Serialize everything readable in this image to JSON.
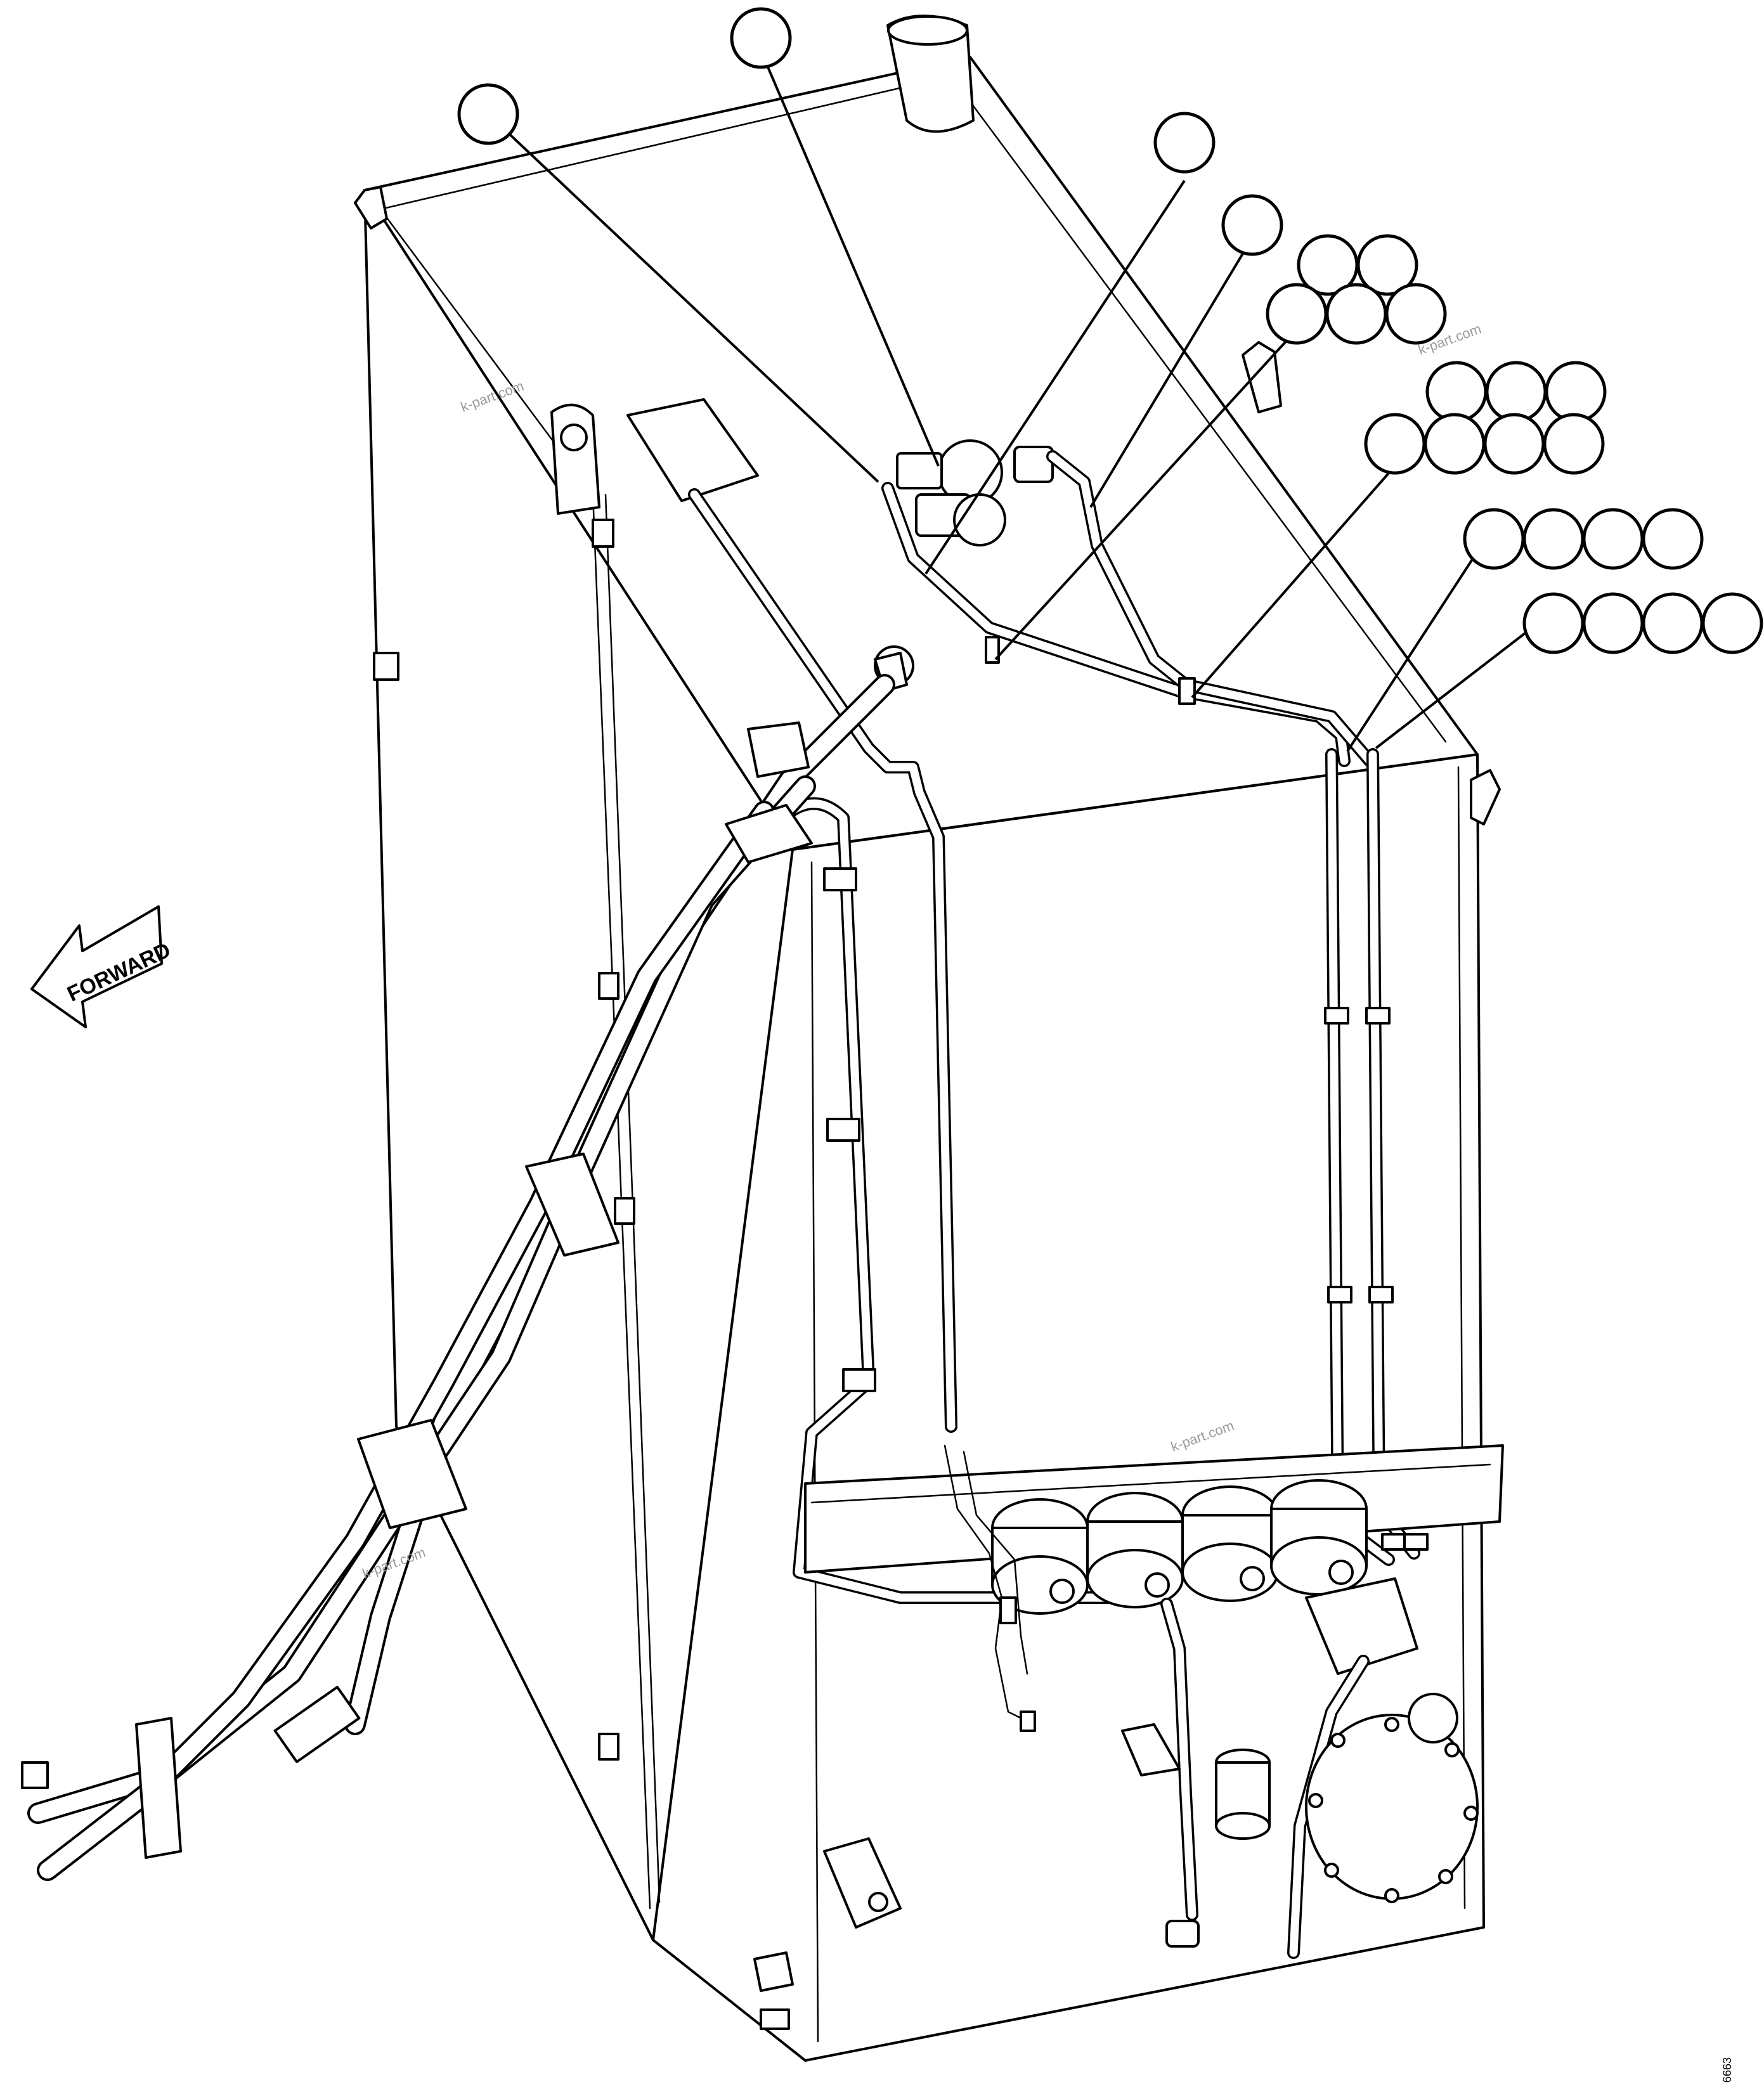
{
  "direction_arrow": {
    "label": "FORWARD"
  },
  "watermarks": [
    "k-part.com",
    "k-part.com",
    "k-part.com",
    "k-part.com"
  ],
  "drawing_number": "6663",
  "callouts": {
    "count": 25,
    "note": ""
  },
  "colors": {
    "line": "#000000",
    "background": "#ffffff",
    "watermark": "#9a9a9a"
  }
}
